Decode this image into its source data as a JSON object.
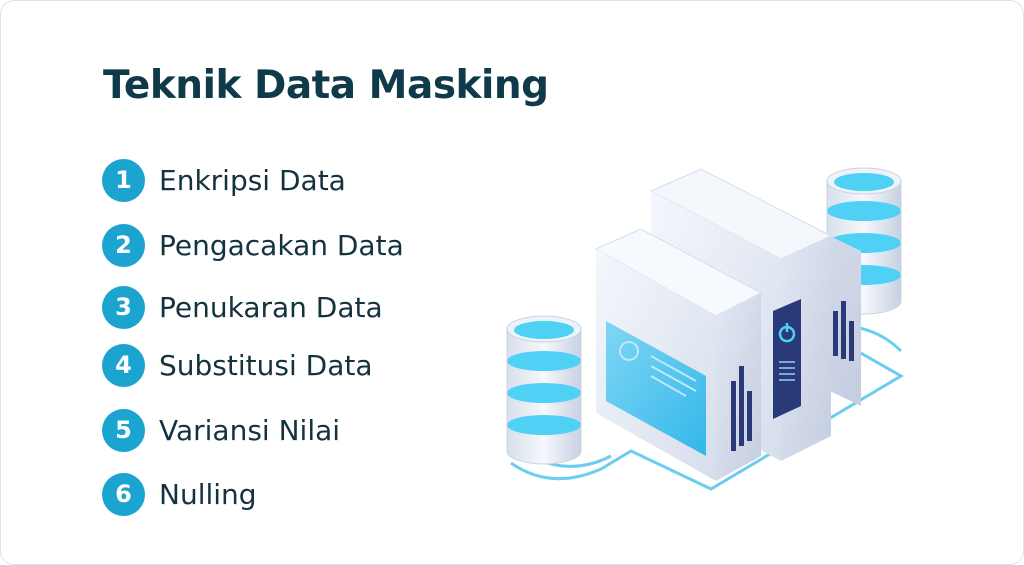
{
  "title": "Teknik Data Masking",
  "items": [
    {
      "number": "1",
      "label": "Enkripsi Data"
    },
    {
      "number": "2",
      "label": "Pengacakan Data"
    },
    {
      "number": "3",
      "label": "Penukaran Data"
    },
    {
      "number": "4",
      "label": "Substitusi Data"
    },
    {
      "number": "5",
      "label": "Variansi Nilai"
    },
    {
      "number": "6",
      "label": "Nulling"
    }
  ],
  "colors": {
    "accent": "#1ba4cf",
    "title": "#0f3a4a",
    "text": "#14333f",
    "server_light": "#e8eef8",
    "server_dark": "#2a3a78",
    "disk_blue": "#4fd0f5"
  },
  "illustration": {
    "icons": [
      "database-icon",
      "server-icon",
      "power-icon"
    ]
  }
}
